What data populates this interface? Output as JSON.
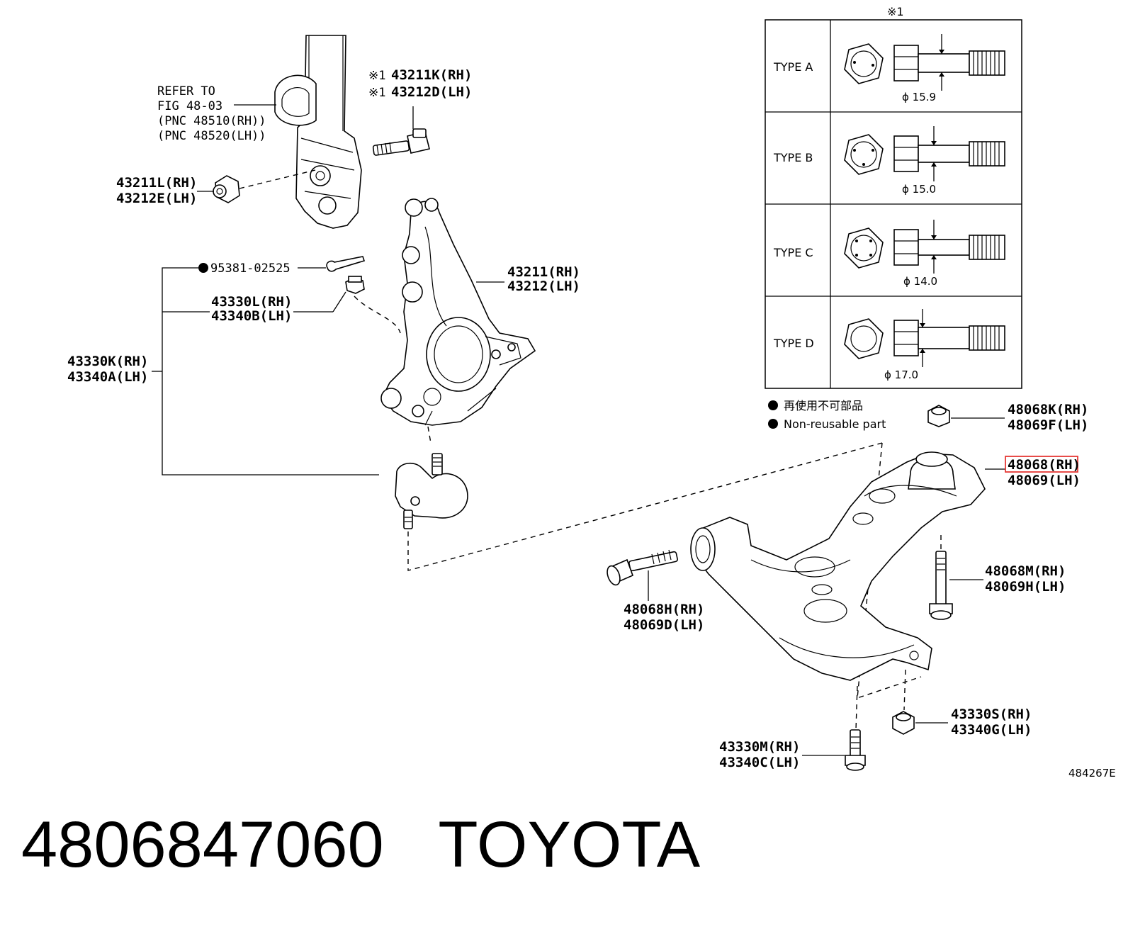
{
  "diagram": {
    "refer_lines": [
      "REFER TO",
      "FIG 48-03",
      "(PNC 48510(RH))",
      "(PNC 48520(LH))"
    ],
    "note_mark": "※1",
    "labels": {
      "l_43211K": "43211K(RH)",
      "l_43212D": "43212D(LH)",
      "l_43211L": "43211L(RH)",
      "l_43212E": "43212E(LH)",
      "l_95381": "95381-02525",
      "l_43330L": "43330L(RH)",
      "l_43340B": "43340B(LH)",
      "l_43211": "43211(RH)",
      "l_43212": "43212(LH)",
      "l_43330K": "43330K(RH)",
      "l_43340A": "43340A(LH)",
      "l_48068K": "48068K(RH)",
      "l_48069F": "48069F(LH)",
      "l_48068": "48068(RH)",
      "l_48069": "48069(LH)",
      "l_48068M": "48068M(RH)",
      "l_48069H": "48069H(LH)",
      "l_48068H": "48068H(RH)",
      "l_48069D": "48069D(LH)",
      "l_43330S": "43330S(RH)",
      "l_43340G": "43340G(LH)",
      "l_43330M": "43330M(RH)",
      "l_43340C": "43340C(LH)"
    },
    "highlight_color": "#e53935",
    "table": {
      "header": "※1",
      "rows": [
        {
          "type": "TYPE A",
          "dim": "ϕ 15.9"
        },
        {
          "type": "TYPE B",
          "dim": "ϕ 15.0"
        },
        {
          "type": "TYPE C",
          "dim": "ϕ 14.0"
        },
        {
          "type": "TYPE D",
          "dim": "ϕ 17.0"
        }
      ]
    },
    "legend": {
      "jp": "再使用不可部品",
      "en": "Non-reusable part"
    },
    "figure_id": "484267E"
  },
  "footer": {
    "part_number": "4806847060",
    "brand": "TOYOTA"
  }
}
